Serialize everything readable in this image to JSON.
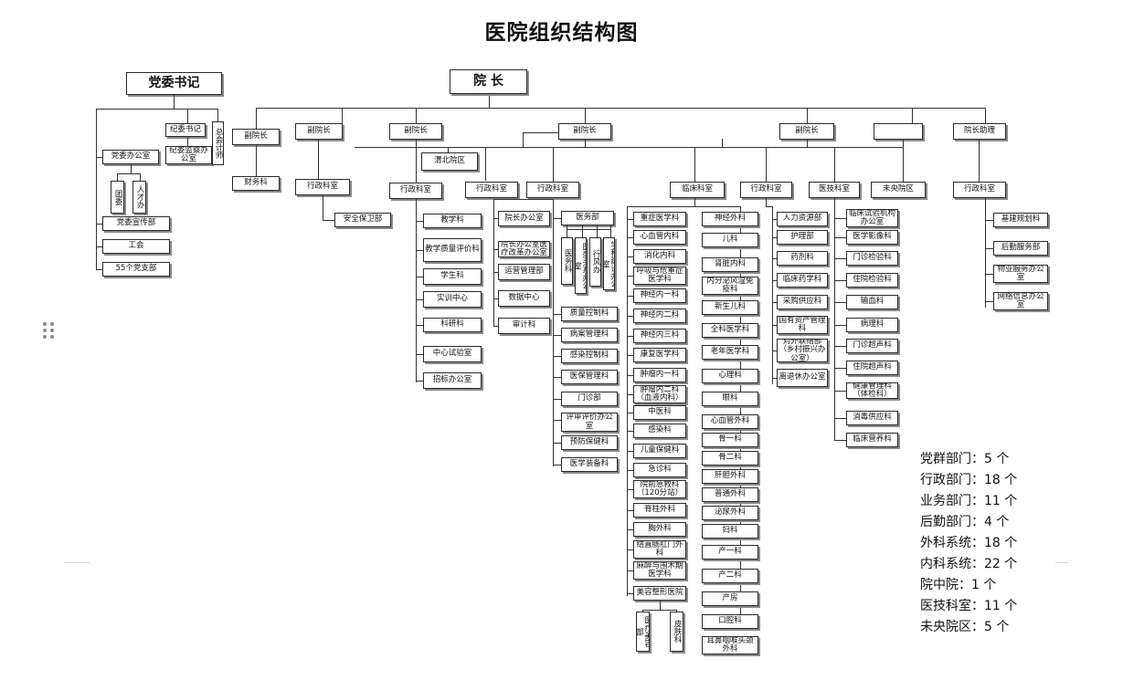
{
  "title": "医院组织结构图",
  "nodes": {
    "party_secretary": "党委书记",
    "president": "院  长",
    "discipline_secretary": "纪委书记",
    "discipline_office": "纪委监察办公室",
    "chief_accountant": "总会计师",
    "finance": "财务科",
    "party_office": "党委办公室",
    "youth_league": "团委",
    "talent_office": "人才办",
    "propaganda": "党委宣传部",
    "union": "工会",
    "party_branches": "55个党支部",
    "vp1": "副院长",
    "vp2": "副院长",
    "vp3": "副院长",
    "vp4": "副院长",
    "vp5": "副院长",
    "asst": "院长助理",
    "weibei": "渭北院区",
    "admin1": "行政科室",
    "security": "安全保卫部",
    "admin2": "行政科室",
    "admin3": "行政科室",
    "admin4": "行政科室",
    "admin5": "行政科室",
    "admin6": "行政科室",
    "clinical": "临床科室",
    "medtech": "医技科室",
    "weiyang": "未央院区",
    "president_office": "院长办公室",
    "hospital_office": "院长办公室医疗改革办公室",
    "ops_mgmt": "运营管理部",
    "data_center": "数据中心",
    "audit": "审计科",
    "medical_affairs": "医务部",
    "education": "教学科",
    "teach_quality": "教学质量评价科",
    "student": "学生科",
    "training": "实训中心",
    "research": "科研科",
    "central_lab": "中心试验室",
    "tender": "招标办公室",
    "med_sub": [
      "医务科",
      "医患关系办公室",
      "行风办",
      "学科建设办公室"
    ],
    "quality_list": [
      "质量控制科",
      "病案管理科",
      "感染控制科",
      "医保管理科",
      "门诊部",
      "评审评价办公室",
      "预防保健科",
      "医学装备科"
    ],
    "internal_list": [
      "重症医学科",
      "心血管内科",
      "消化内科",
      "呼吸与危重症医学科",
      "神经内一科",
      "神经内二科",
      "神经内三科",
      "康复医学科",
      "肿瘤内一科",
      "肿瘤内二科（血液内科）",
      "中医科",
      "感染科",
      "儿童保健科",
      "急诊科",
      "院前急救科（120分站）",
      "脊柱外科",
      "胸外科",
      "结直肠肛门外科",
      "麻醉与围术期医学科",
      "美容整形医院"
    ],
    "cosmetic_sub": [
      "医疗美容部",
      "皮肤科"
    ],
    "surgery_list": [
      "神经外科",
      "儿科",
      "肾脏内科",
      "内分泌风湿免疫科",
      "新生儿科",
      "全科医学科",
      "老年医学科",
      "心理科",
      "眼科",
      "心血管外科",
      "骨一科",
      "骨二科",
      "肝胆外科",
      "普通外科",
      "泌尿外科",
      "妇科",
      "产一科",
      "产二科",
      "产房",
      "口腔科",
      "耳鼻咽喉头颈外科"
    ],
    "hr_list": [
      "人力资源部",
      "护理部",
      "药剂科",
      "临床药学科",
      "采购供应科",
      "国有资产管理科",
      "对外联络部（乡村振兴办公室）",
      "离退休办公室"
    ],
    "medtech_list": [
      "临床试验机构办公室",
      "医学影像科",
      "门诊检验科",
      "住院检验科",
      "输血科",
      "病理科",
      "门诊超声科",
      "住院超声科",
      "健康管理科（体检科）",
      "消毒供应科",
      "临床营养科"
    ],
    "logistics_list": [
      "基建规划科",
      "后勤服务部",
      "物业服务办公室",
      "网络信息办公室"
    ]
  },
  "stats": [
    "党群部门：5 个",
    "行政部门：18 个",
    "业务部门：11 个",
    "后勤部门：4 个",
    "外科系统：18 个",
    "内科系统：22 个",
    "院中院：1 个",
    "医技科室：11 个",
    "未央院区：5 个"
  ]
}
